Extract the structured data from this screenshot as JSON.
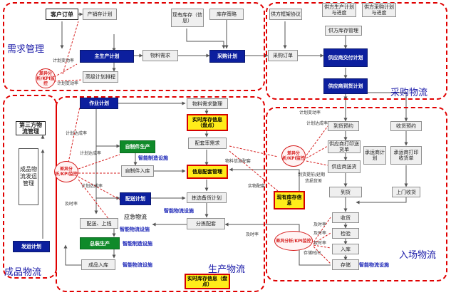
{
  "zones": {
    "demand": "需求管理",
    "procurement": "采购物流",
    "production": "生产物流",
    "inbound": "入场物流",
    "finished": "成品物流"
  },
  "nodes": {
    "customer_order": "客户订单",
    "sales_plan": "产销存计划",
    "current_inventory": "现有库存（信息）",
    "inventory_strategy": "库存策略",
    "supplier_agreement": "供方框架协议",
    "supplier_production_plan": "供方生产计划与进度",
    "supplier_procurement_plan": "供方采购计划与进度",
    "supplier_inventory": "供方库存管理",
    "master_plan": "主生产计划",
    "material_demand": "物料需求",
    "procurement_plan": "采购计划",
    "purchase_order": "采购订单",
    "supplier_delivery_plan": "供应商交付计划",
    "advanced_scheduling": "高级计划排程",
    "supplier_arrival_plan": "供应商到货计划",
    "job_plan": "作业计划",
    "material_demand_sorting": "物料需求整理",
    "realtime_inventory_top": "实时库存信息（盘点）",
    "kitting_demand": "配套率需求",
    "self_production": "自制件生产",
    "self_parts_warehousing": "自制件入库",
    "kitting_management": "信息配套管理",
    "distribution_plan": "配送计划",
    "pick_kitting_plan": "拣选备货计划",
    "distribute_online": "配送、上线",
    "sorting_kitting": "分拣配套",
    "assembly_production": "总装生产",
    "finished_warehousing": "成品入库",
    "realtime_inventory_bottom": "实时库存信息（盘点）",
    "third_party": "第三方物流管理",
    "finished_logistics_mgmt": "成品物流发运管理",
    "shipping_plan": "发运计划",
    "arrival_appointment": "到货预约",
    "supplier_print_receipt": "供应商打印送货单",
    "supplier_delivery": "供应商送货",
    "receiving_appointment": "收货预约",
    "carrier_plan": "承运商计划",
    "carrier_print_receipt": "承运商打印收货单",
    "pickup_delivery": "上门收货",
    "current_inventory_info": "现有库存信息",
    "arrival": "到货",
    "receiving": "收货",
    "inspection": "检验",
    "warehousing": "入库",
    "storage": "存储"
  },
  "kpi": {
    "top": "差异分析/KPI监控",
    "left": "差异分析/KPI监控",
    "mid": "差异分析/KPI监控",
    "bottom": "差异分析/KPI监控"
  },
  "tags": {
    "plan_change_rate_1": "计划变动率",
    "plan_change_rate_2": "计划变动率",
    "plan_completion_rate_1": "计划达成率",
    "plan_completion_rate_2": "计划达成率",
    "plan_completion_rate_3": "计划达成率",
    "plan_completion_rate_4": "计划达成率",
    "plan_change_rate_3": "计划变动率",
    "on_time_rate_1": "及时率",
    "on_time_rate_2": "及时率",
    "on_time_rate_3": "及时率",
    "on_time_rate_4": "及时率",
    "on_time_rate_5": "及时率",
    "material_info_kitting": "物料信息配套",
    "physical_kitting": "实物配套",
    "arrival_lead": "到货提前/延期",
    "goods_quality": "货损货差",
    "storage_time": "存储时间",
    "emergency_logistics": "应急物流"
  },
  "facilities": {
    "mfg_1": "智能制造设施",
    "log_1": "智能物流设施",
    "log_2": "智能物流设施",
    "mfg_2": "智能制造设施",
    "log_3": "智能物流设施",
    "log_4": "智能物流设施"
  },
  "colors": {
    "zone_border": "#e00000",
    "zone_label": "#1a1aa8",
    "blue_node": "#0c1f9e",
    "green_node": "#0f8a2a",
    "yellow_node": "#ffec1a",
    "kpi_line": "#d61d1d"
  }
}
